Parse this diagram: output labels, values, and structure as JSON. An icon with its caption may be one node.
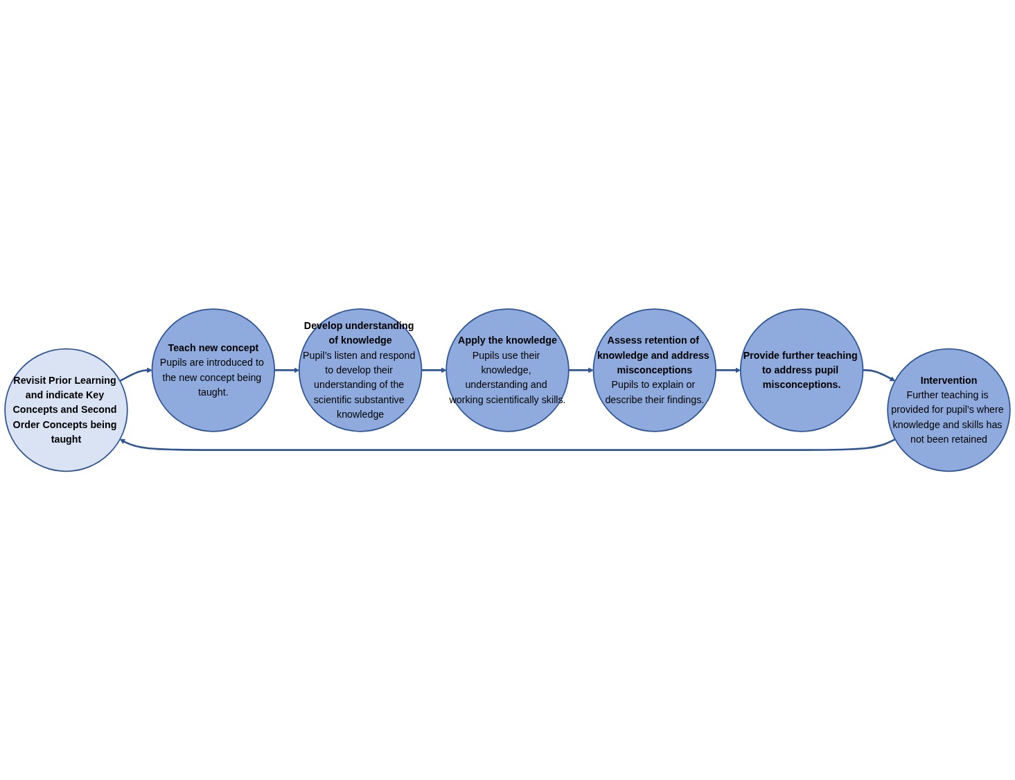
{
  "diagram": {
    "nodes": [
      {
        "text": [
          "Revisit Prior Learning and indicate Key Concepts and Second Order Concepts being taught"
        ]
      },
      {
        "text": [
          "Teach new concept",
          "Pupils are introduced to the new concept being taught."
        ]
      },
      {
        "text": [
          "Develop understanding of knowledge",
          "Pupil’s listen and respond to develop their understanding of the scientific substantive knowledge"
        ]
      },
      {
        "text": [
          "Apply the knowledge",
          "Pupils use their knowledge, understanding and working scientifically skills."
        ]
      },
      {
        "text": [
          "Assess retention of knowledge and address misconceptions",
          "Pupils to explain or describe their findings."
        ]
      },
      {
        "text": [
          "Provide further teaching to address pupil misconceptions."
        ]
      },
      {
        "text": [
          "Intervention",
          "Further teaching is provided for pupil’s where knowledge and skills has not been retained"
        ]
      }
    ],
    "edges": [
      {
        "from": 0,
        "to": 1,
        "arrow": "to"
      },
      {
        "from": 1,
        "to": 2,
        "arrow": "to"
      },
      {
        "from": 2,
        "to": 3,
        "arrow": "to"
      },
      {
        "from": 3,
        "to": 4,
        "arrow": "to"
      },
      {
        "from": 4,
        "to": 5,
        "arrow": "to"
      },
      {
        "from": 5,
        "to": 6,
        "arrow": "to"
      },
      {
        "from": 6,
        "to": 0,
        "arrow": "to"
      }
    ]
  }
}
